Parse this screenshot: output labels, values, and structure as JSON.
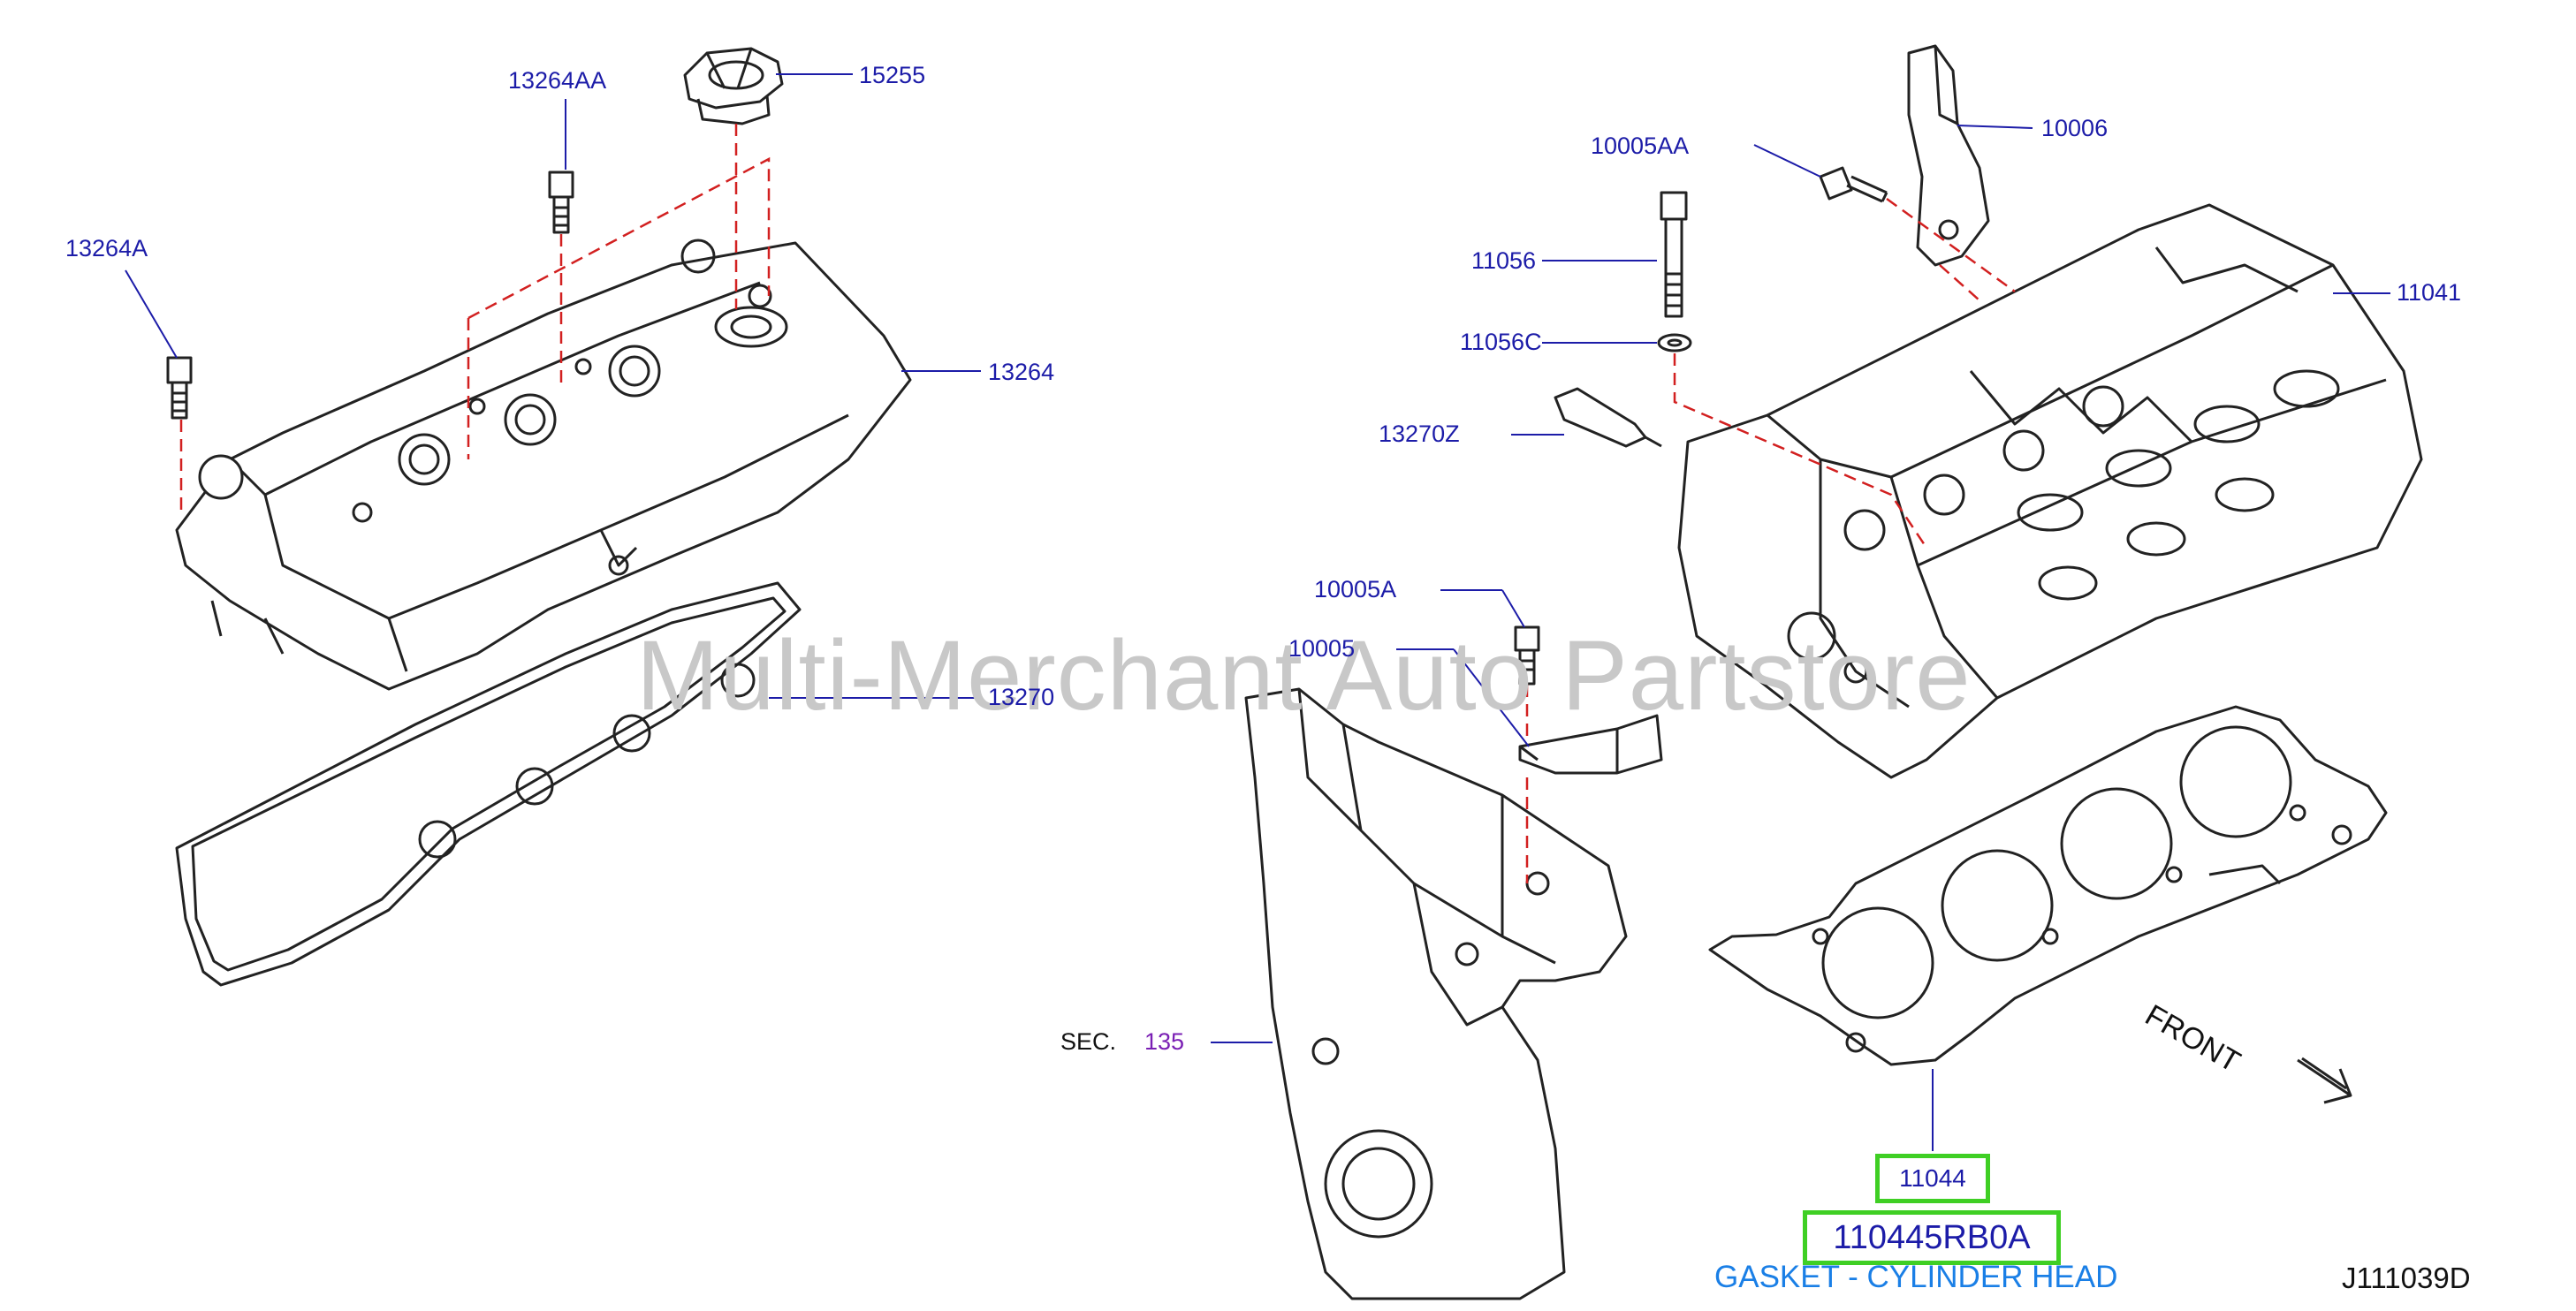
{
  "diagram": {
    "watermark": "Multi-Merchant Auto Partstore",
    "callouts": {
      "c13264AA": "13264AA",
      "c15255": "15255",
      "c13264A": "13264A",
      "c13264": "13264",
      "c13270": "13270",
      "c10005AA": "10005AA",
      "c10006": "10006",
      "c11056": "11056",
      "c11041": "11041",
      "c11056C": "11056C",
      "c13270Z": "13270Z",
      "c10005A": "10005A",
      "c10005": "10005",
      "sec_label": "SEC.",
      "sec_number": "135"
    },
    "highlighted_part": {
      "ref": "11044",
      "part_number": "110445RB0A",
      "description": "GASKET - CYLINDER HEAD"
    },
    "front_label": "FRONT",
    "figure_id": "J111039D",
    "colors": {
      "callout_text": "#1c1ca8",
      "leader_line": "#1c1ca8",
      "dashed_line": "#d22020",
      "highlight_box": "#3fcf24",
      "description_text": "#1a7fe6",
      "sec_number": "#7a1fb4",
      "watermark": "#c8c8c8"
    }
  }
}
